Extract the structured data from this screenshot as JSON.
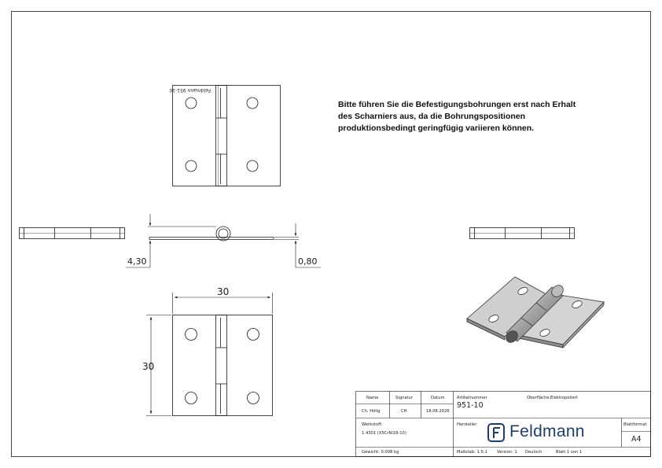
{
  "note": {
    "line1": "Bitte führen Sie die Befestigungsbohrungen erst nach Erhalt",
    "line2": "des Scharniers aus, da die Bohrungspositionen",
    "line3": "produktionsbedingt geringfügig variieren können."
  },
  "part_marking": "Feldmann 951-10",
  "dimensions": {
    "thickness_total": "4,30",
    "sheet_thickness": "0,80",
    "width": "30",
    "height": "30"
  },
  "title_block": {
    "col_name": "Name",
    "col_signature": "Signatur",
    "col_date": "Datum",
    "name": "Ch. Hölig",
    "signature": "CH",
    "date": "18.08.2026",
    "article_label": "Artikelnummer",
    "article_number": "951-10",
    "surface_label": "Oberfläche:",
    "surface_value": "Elektropoliert",
    "material_label": "Werkstoff:",
    "material_value": "1.4301 (X5CrNi18-10)",
    "manufacturer_label": "Hersteller",
    "manufacturer_logo": "Feldmann",
    "sheet_format_label": "Blattformat",
    "sheet_format": "A4",
    "weight": "Gewicht: 0.008 kg",
    "scale": "Maßstab: 1.5:1",
    "version": "Version: 1",
    "language": "Deutsch",
    "sheet": "Blatt 1 von 1"
  },
  "colors": {
    "line": "#1a1a1a",
    "logo": "#1e3d6b",
    "iso_face": "#c9c9c9",
    "iso_dark": "#8d8d8d"
  }
}
